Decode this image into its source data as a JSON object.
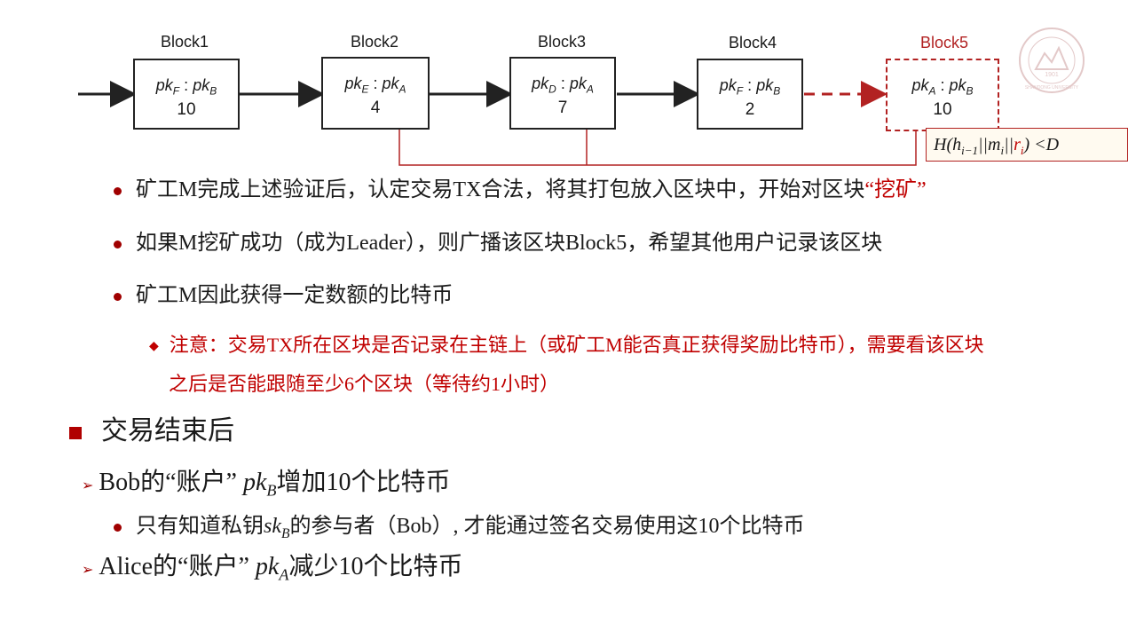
{
  "blocks": [
    {
      "title": "Block1",
      "from": "pk",
      "from_sub": "F",
      "to": "pk",
      "to_sub": "B",
      "value": "10"
    },
    {
      "title": "Block2",
      "from": "pk",
      "from_sub": "E",
      "to": "pk",
      "to_sub": "A",
      "value": "4"
    },
    {
      "title": "Block3",
      "from": "pk",
      "from_sub": "D",
      "to": "pk",
      "to_sub": "A",
      "value": "7"
    },
    {
      "title": "Block4",
      "from": "pk",
      "from_sub": "F",
      "to": "pk",
      "to_sub": "B",
      "value": "2"
    },
    {
      "title": "Block5",
      "from": "pk",
      "from_sub": "A",
      "to": "pk",
      "to_sub": "B",
      "value": "10"
    }
  ],
  "key_separator": ":",
  "hash_formula": {
    "prefix": "H(h",
    "sub1": "i−1",
    "mid1": "||m",
    "sub2": "i",
    "mid2": "||",
    "r": "r",
    "sub3": "i",
    "suffix": ") <D"
  },
  "bullets": [
    {
      "text": "矿工M完成上述验证后，认定交易TX合法，将其打包放入区块中，开始对区块",
      "highlight": "“挖矿”"
    },
    {
      "text": "如果M挖矿成功（成为Leader），则广播该区块Block5，希望其他用户记录该区块"
    },
    {
      "text": "矿工M因此获得一定数额的比特币"
    }
  ],
  "note": {
    "line1": "注意：交易TX所在区块是否记录在主链上（或矿工M能否真正获得奖励比特币），需要看该区块",
    "line2": "之后是否能跟随至少6个区块（等待约1小时）"
  },
  "section_title": "交易结束后",
  "sub_items": {
    "bob_prefix": "Bob的“账户” ",
    "bob_key": "pk",
    "bob_key_sub": "B",
    "bob_suffix": "增加10个比特币",
    "bob_detail_prefix": "只有知道私钥",
    "bob_detail_key": "sk",
    "bob_detail_key_sub": "B",
    "bob_detail_suffix": "的参与者（Bob）, 才能通过签名交易使用这10个比特币",
    "alice_prefix": "Alice的“账户” ",
    "alice_key": "pk",
    "alice_key_sub": "A",
    "alice_suffix": "减少10个比特币"
  },
  "colors": {
    "accent": "#c00000",
    "dark_red": "#a00000",
    "chain_line": "#222222"
  },
  "logo": {
    "icon": "university-seal-icon",
    "text": "SHANDONG UNIVERSITY",
    "year": "1901"
  }
}
